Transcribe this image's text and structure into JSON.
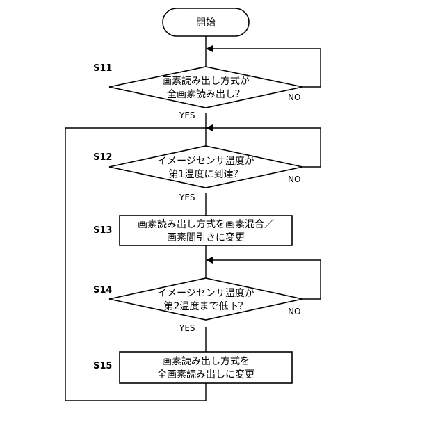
{
  "start": {
    "label": "開始"
  },
  "steps": {
    "s11": {
      "id": "S11",
      "lines": [
        "画素読み出し方式が",
        "全画素読み出し？"
      ],
      "yes": "YES",
      "no": "NO"
    },
    "s12": {
      "id": "S12",
      "lines": [
        "イメージセンサ温度が",
        "第1温度に到達？"
      ],
      "yes": "YES",
      "no": "NO"
    },
    "s13": {
      "id": "S13",
      "lines": [
        "画素読み出し方式を画素混合／",
        "画素間引きに変更"
      ]
    },
    "s14": {
      "id": "S14",
      "lines": [
        "イメージセンサ温度が",
        "第2温度まで低下？"
      ],
      "yes": "YES",
      "no": "NO"
    },
    "s15": {
      "id": "S15",
      "lines": [
        "画素読み出し方式を",
        "全画素読み出しに変更"
      ]
    }
  }
}
